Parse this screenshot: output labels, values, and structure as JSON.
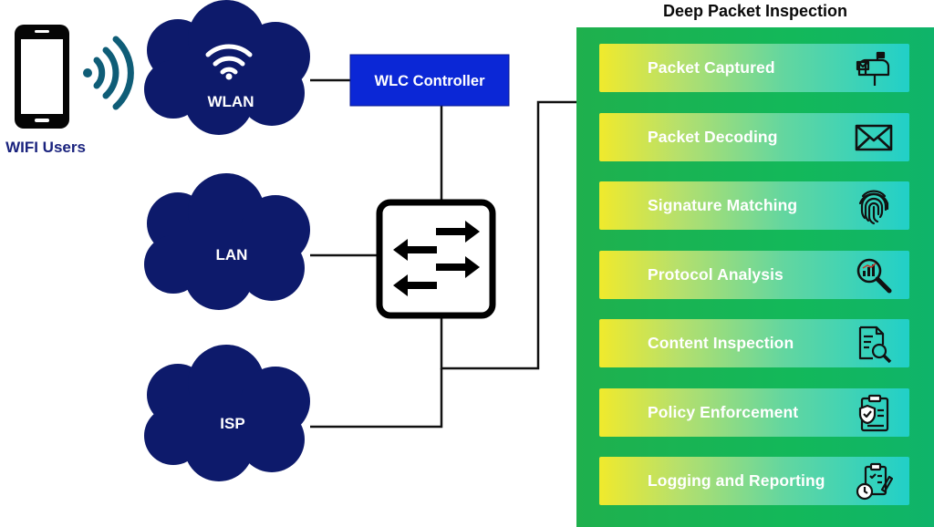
{
  "users": {
    "label": "WIFI Users"
  },
  "networks": [
    {
      "key": "wlan",
      "label": "WLAN"
    },
    {
      "key": "lan",
      "label": "LAN"
    },
    {
      "key": "isp",
      "label": "ISP"
    }
  ],
  "controller": {
    "label": "WLC Controller"
  },
  "dpi": {
    "title": "Deep Packet Inspection",
    "steps": [
      {
        "label": "Packet Captured",
        "icon": "mailbox-icon"
      },
      {
        "label": "Packet Decoding",
        "icon": "envelope-icon"
      },
      {
        "label": "Signature Matching",
        "icon": "fingerprint-icon"
      },
      {
        "label": "Protocol Analysis",
        "icon": "magnifier-chart-icon"
      },
      {
        "label": "Content Inspection",
        "icon": "document-search-icon"
      },
      {
        "label": "Policy Enforcement",
        "icon": "clipboard-shield-icon"
      },
      {
        "label": "Logging and Reporting",
        "icon": "clipboard-clock-icon"
      }
    ]
  },
  "colors": {
    "cloud": "#0d1a6b",
    "controller": "#0b27d6",
    "panel": "#18b04e",
    "signal": "#0f5d77",
    "user_text": "#1a237e"
  }
}
